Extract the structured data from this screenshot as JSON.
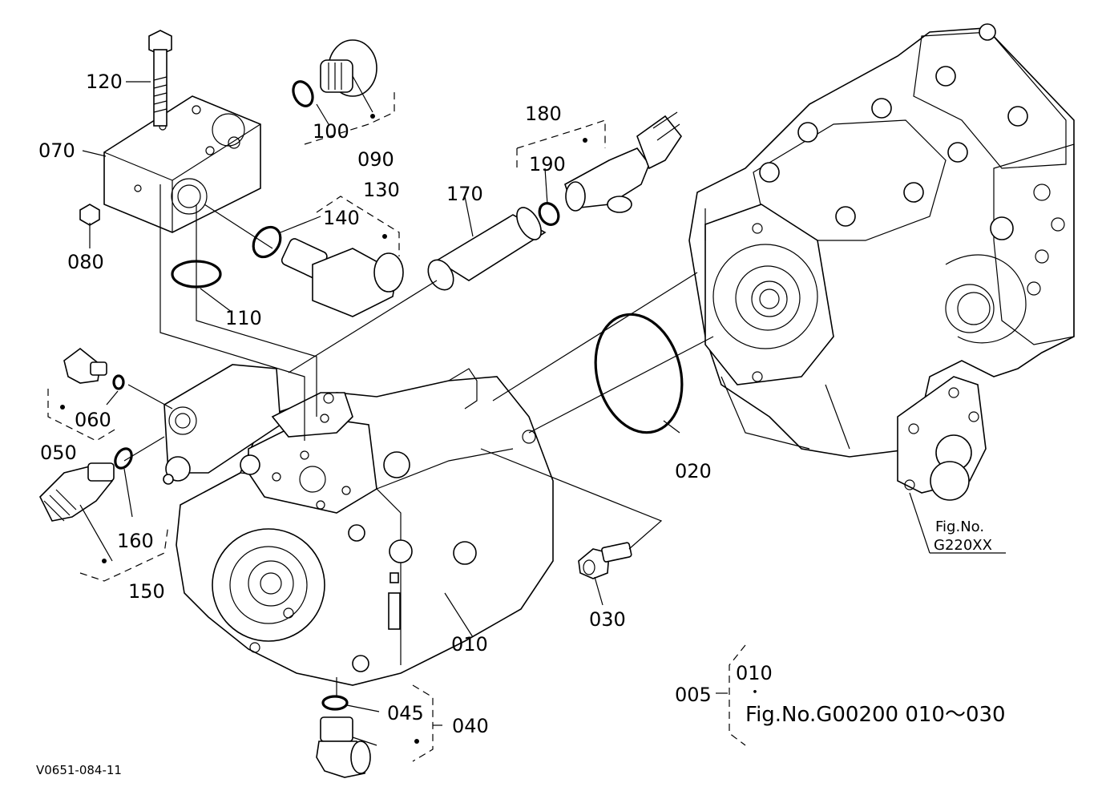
{
  "callouts": {
    "c005": "005",
    "c010": "010",
    "c020": "020",
    "c030": "030",
    "c040": "040",
    "c045": "045",
    "c050": "050",
    "c060": "060",
    "c070": "070",
    "c080": "080",
    "c090": "090",
    "c100": "100",
    "c110": "110",
    "c120": "120",
    "c130": "130",
    "c140": "140",
    "c150": "150",
    "c160": "160",
    "c170": "170",
    "c180": "180",
    "c190": "190"
  },
  "figref_g220": {
    "line1": "Fig.No.",
    "line2": "G220XX"
  },
  "assembly_note": {
    "item": "010",
    "dot": "・",
    "ref": "Fig.No.G00200  010～030"
  },
  "drawing_code": "V0651-084-11"
}
